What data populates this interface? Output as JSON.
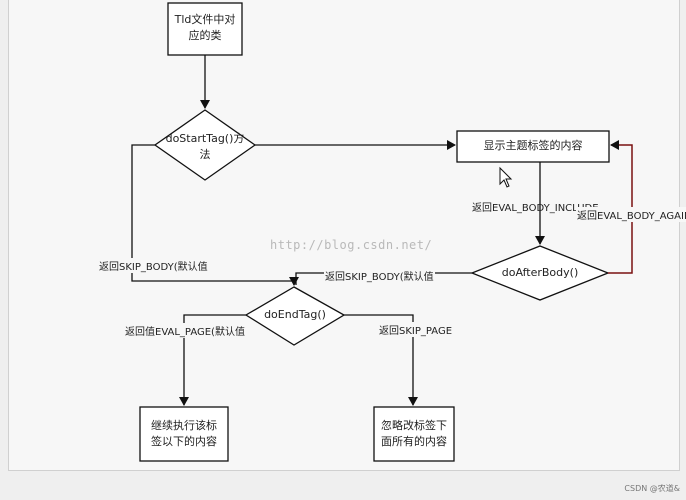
{
  "nodes": {
    "tld_class": [
      "Tld文件中对",
      "应的类"
    ],
    "do_start_tag": [
      "doStartTag()方",
      "法"
    ],
    "show_body": "显示主题标签的内容",
    "do_after_body": "doAfterBody()",
    "do_end_tag": "doEndTag()",
    "continue_page": [
      "继续执行该标",
      "签以下的内容"
    ],
    "skip_page": [
      "忽略改标签下",
      "面所有的内容"
    ]
  },
  "edges": {
    "eval_body_include": "返回EVAL_BODY_INCLUDE",
    "eval_body_again": "返回EVAL_BODY_AGAIN",
    "skip_body_left": "返回SKIP_BODY(默认值",
    "skip_body_right": "返回SKIP_BODY(默认值",
    "eval_page": "返回值EVAL_PAGE(默认值",
    "skip_page": "返回SKIP_PAGE"
  },
  "watermark": "http://blog.csdn.net/",
  "credit": "CSDN @农道&"
}
